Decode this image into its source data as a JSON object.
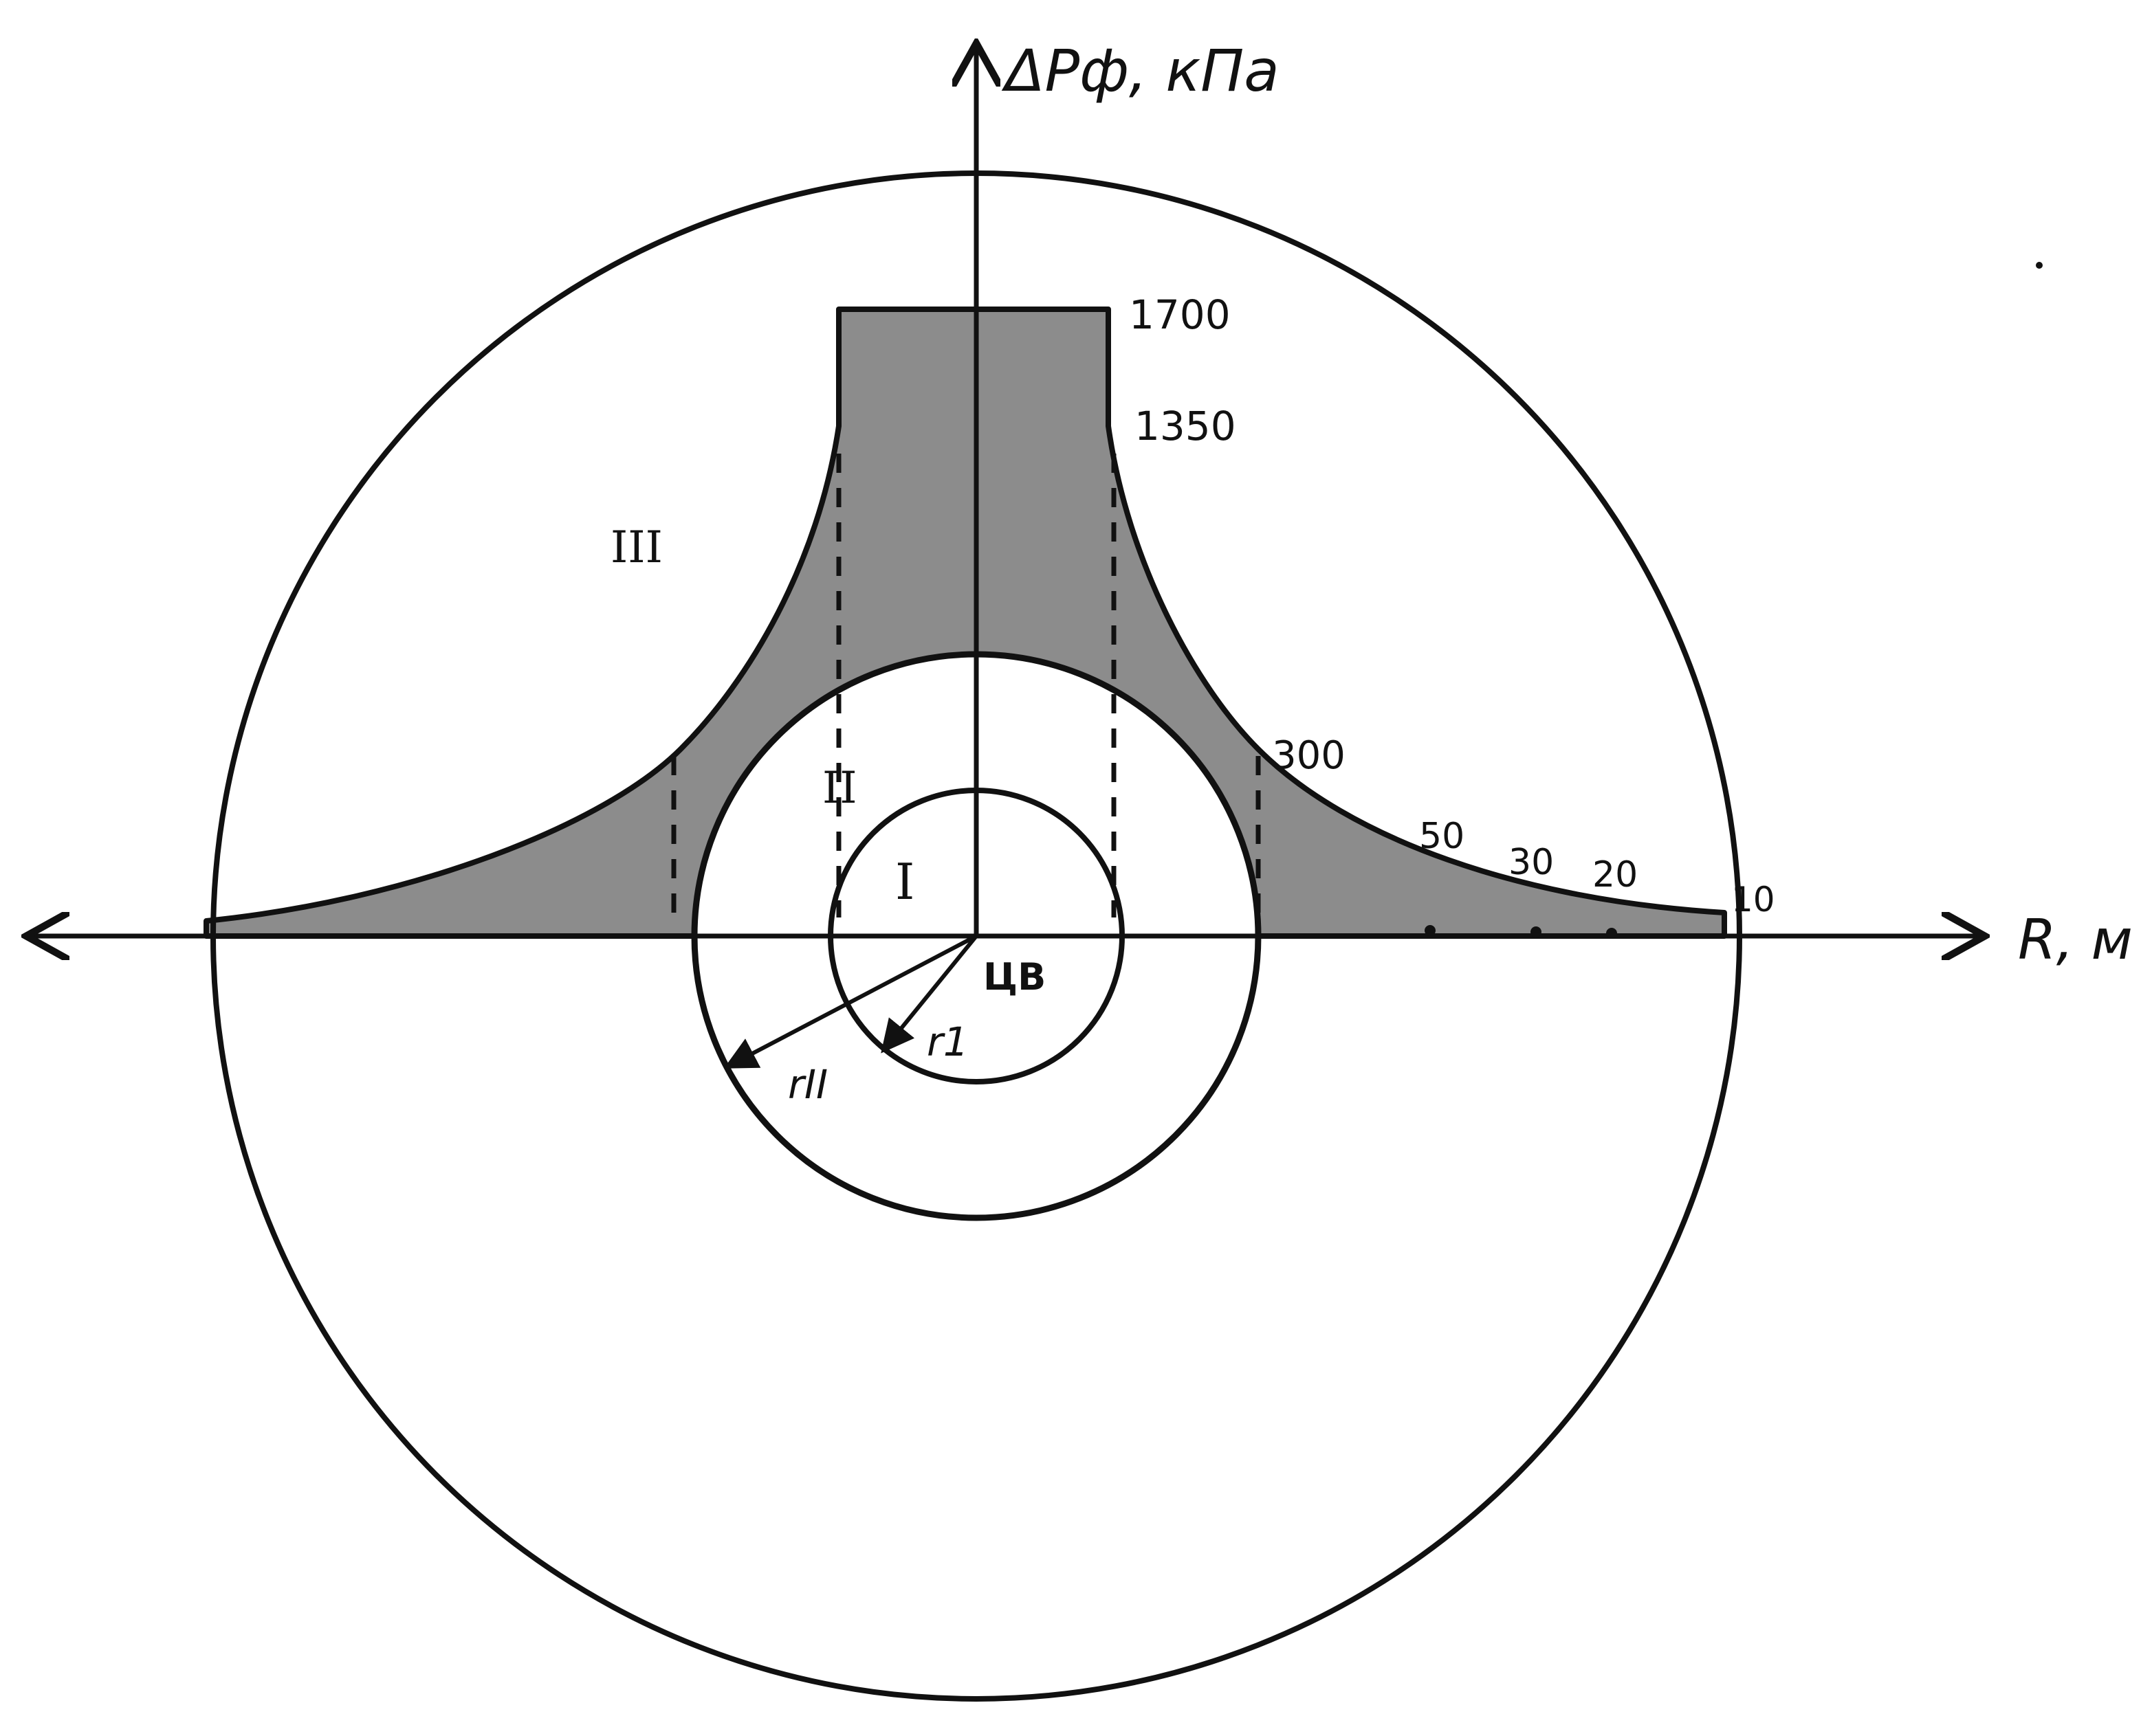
{
  "axes": {
    "y_label": "ΔPф, кПа",
    "x_label": "R, м"
  },
  "pressure_labels": {
    "p1700": "1700",
    "p1350": "1350",
    "p300": "300",
    "p50": "50",
    "p30": "30",
    "p20": "20",
    "p10": "10"
  },
  "zones": {
    "zone_1": "I",
    "zone_2": "II",
    "zone_3": "III"
  },
  "center_label": "ЦВ",
  "radii": {
    "r1": "r1",
    "r2": "rII"
  },
  "colors": {
    "fill": "#8c8c8c",
    "ink": "#111111",
    "background": "#ffffff"
  }
}
